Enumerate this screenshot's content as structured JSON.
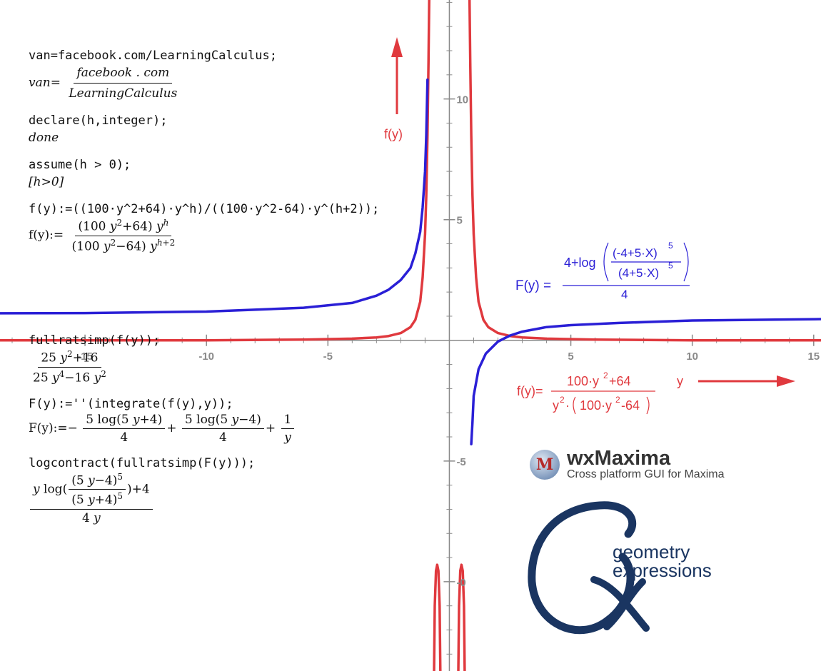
{
  "code_cells": [
    {
      "input": "van=facebook.com/LearningCalculus;",
      "output_lhs": "van=",
      "output_num": "facebook . com",
      "output_den": "LearningCalculus"
    },
    {
      "input": "declare(h,integer);",
      "output": "done"
    },
    {
      "input": "assume(h > 0);",
      "output": "[h>0]"
    },
    {
      "input": "f(y):=((100·y^2+64)·y^h)/((100·y^2-64)·y^(h+2));",
      "output_lhs": "f(y):="
    },
    {
      "input": "fullratsimp(f(y));"
    },
    {
      "input": "F(y):=''(integrate(f(y),y));",
      "output_lhs": "F(y):=−"
    },
    {
      "input": "logcontract(fullratsimp(F(y)));"
    }
  ],
  "plot_labels": {
    "f_arrow_label": "f(y)",
    "y_arrow_label": "y",
    "F_label": "F(y) =",
    "F_num_prefix": "4+log",
    "F_frac_num": "(-4+5·X)",
    "F_frac_den": "(4+5·X)",
    "F_exp": "5",
    "F_den": "4",
    "f_label": "f(y)=",
    "f_num": "100·y",
    "f_num_tail": "+64",
    "f_den_a": "y",
    "f_den_b": "·",
    "f_den_c": "100·y",
    "f_den_d": "-64"
  },
  "logos": {
    "wx_badge": "M",
    "wx_title": "wxMaxima",
    "wx_subtitle": "Cross platform GUI for Maxima",
    "gx_line1": "geometry",
    "gx_line2": "expressions"
  },
  "colors": {
    "red": "#e0393e",
    "blue": "#2a1fd6",
    "axis": "#8a8a8a",
    "gx": "#1a3561"
  },
  "chart_data": {
    "type": "line",
    "xlim": [
      -18.5,
      15.3
    ],
    "ylim": [
      -13.7,
      14.1
    ],
    "x_ticks": [
      -15,
      -10,
      -5,
      5,
      10,
      15
    ],
    "y_ticks": [
      10,
      5,
      -5,
      -10
    ],
    "y_tick_labels": [
      "10",
      "5",
      "-5",
      "-0"
    ],
    "series": [
      {
        "name": "f(y)",
        "color": "#e0393e",
        "points": [
          [
            -18.5,
            0.0
          ],
          [
            -15,
            0.0
          ],
          [
            -10,
            0.0
          ],
          [
            -6,
            0.03
          ],
          [
            -4,
            0.07
          ],
          [
            -3,
            0.12
          ],
          [
            -2.5,
            0.18
          ],
          [
            -2,
            0.3
          ],
          [
            -1.6,
            0.55
          ],
          [
            -1.4,
            0.85
          ],
          [
            -1.2,
            1.6
          ],
          [
            -1.1,
            2.6
          ],
          [
            -1.0,
            4.4
          ],
          [
            -0.95,
            6.0
          ],
          [
            -0.9,
            8.5
          ],
          [
            -0.86,
            11.5
          ],
          [
            -0.83,
            14.1
          ]
        ]
      },
      {
        "name": "f(y)",
        "color": "#e0393e",
        "points": [
          [
            0.83,
            14.1
          ],
          [
            0.86,
            11.5
          ],
          [
            0.9,
            8.5
          ],
          [
            0.95,
            6.0
          ],
          [
            1.0,
            4.4
          ],
          [
            1.1,
            2.6
          ],
          [
            1.2,
            1.6
          ],
          [
            1.4,
            0.85
          ],
          [
            1.6,
            0.55
          ],
          [
            2,
            0.3
          ],
          [
            2.5,
            0.18
          ],
          [
            3,
            0.12
          ],
          [
            4,
            0.07
          ],
          [
            6,
            0.03
          ],
          [
            10,
            0.0
          ],
          [
            15.3,
            0.0
          ]
        ]
      },
      {
        "name": "f(y)",
        "color": "#e0393e",
        "points": [
          [
            -0.63,
            -13.7
          ],
          [
            -0.6,
            -11.0
          ],
          [
            -0.55,
            -9.55
          ],
          [
            -0.5,
            -9.3
          ],
          [
            -0.45,
            -9.55
          ],
          [
            -0.4,
            -11.0
          ],
          [
            -0.37,
            -13.7
          ]
        ]
      },
      {
        "name": "f(y)",
        "color": "#e0393e",
        "points": [
          [
            0.37,
            -13.7
          ],
          [
            0.4,
            -11.0
          ],
          [
            0.45,
            -9.55
          ],
          [
            0.5,
            -9.3
          ],
          [
            0.55,
            -9.55
          ],
          [
            0.6,
            -11.0
          ],
          [
            0.63,
            -13.7
          ]
        ]
      },
      {
        "name": "F(y)",
        "color": "#2a1fd6",
        "points": [
          [
            -18.5,
            1.12
          ],
          [
            -15,
            1.13
          ],
          [
            -10,
            1.19
          ],
          [
            -6,
            1.35
          ],
          [
            -4,
            1.55
          ],
          [
            -3,
            1.85
          ],
          [
            -2.5,
            2.1
          ],
          [
            -2,
            2.5
          ],
          [
            -1.6,
            3.0
          ],
          [
            -1.4,
            3.6
          ],
          [
            -1.2,
            4.5
          ],
          [
            -1.1,
            5.5
          ],
          [
            -1.0,
            7.0
          ],
          [
            -0.95,
            8.5
          ],
          [
            -0.9,
            10.8
          ]
        ]
      },
      {
        "name": "F(y)",
        "color": "#2a1fd6",
        "points": [
          [
            0.9,
            -4.3
          ],
          [
            0.95,
            -3.4
          ],
          [
            1.0,
            -2.3
          ],
          [
            1.2,
            -1.2
          ],
          [
            1.5,
            -0.55
          ],
          [
            2,
            -0.05
          ],
          [
            2.5,
            0.2
          ],
          [
            3,
            0.36
          ],
          [
            4,
            0.55
          ],
          [
            5,
            0.63
          ],
          [
            7,
            0.72
          ],
          [
            10,
            0.82
          ],
          [
            15.3,
            0.88
          ]
        ]
      }
    ]
  }
}
